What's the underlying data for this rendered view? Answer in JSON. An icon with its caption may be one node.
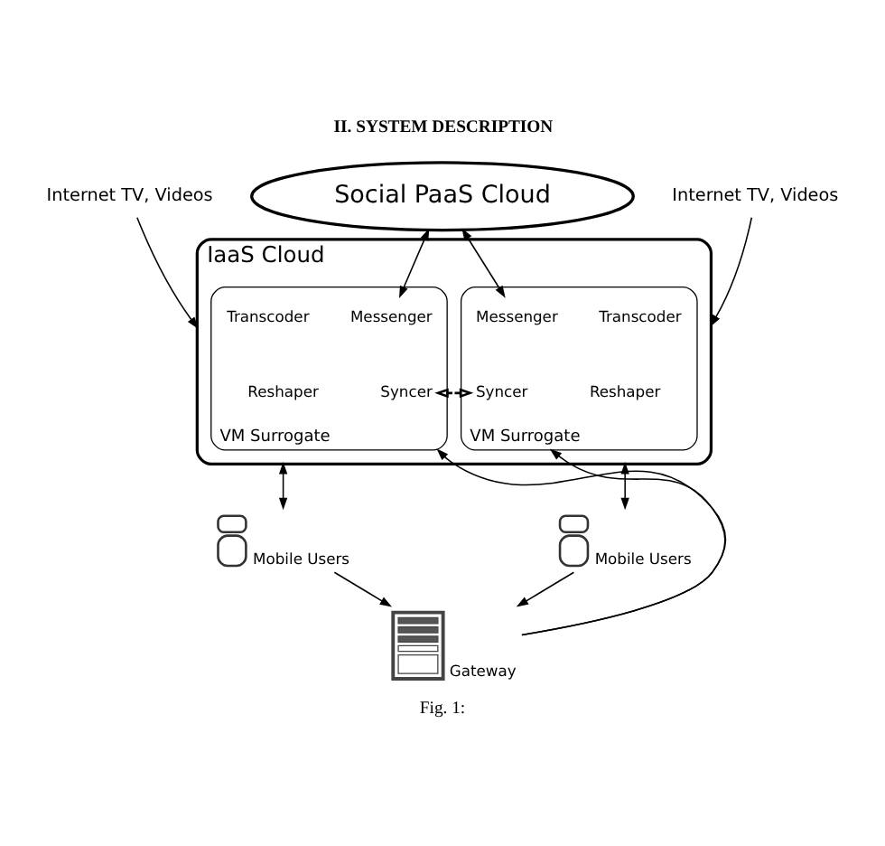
{
  "diagram": {
    "title": "II. SYSTEM DESCRIPTION",
    "caption": "Fig. 1:",
    "nodes": [
      {
        "text": [
          "Internet TV, Videos"
        ]
      },
      {
        "text": [
          "Social PaaS Cloud"
        ]
      },
      {
        "text": [
          "Internet TV, Videos"
        ]
      },
      {
        "text": [
          "IaaS Cloud"
        ]
      },
      {
        "text": [
          "VM Surrogate"
        ],
        "in": 3
      },
      {
        "text": [
          "Transcoder"
        ],
        "in": 4
      },
      {
        "text": [
          "Messenger"
        ],
        "in": 4
      },
      {
        "text": [
          "Reshaper"
        ],
        "in": 4
      },
      {
        "text": [
          "Syncer"
        ],
        "in": 4
      },
      {
        "text": [
          "VM Surrogate"
        ],
        "in": 3
      },
      {
        "text": [
          "Messenger"
        ],
        "in": 9
      },
      {
        "text": [
          "Transcoder"
        ],
        "in": 9
      },
      {
        "text": [
          "Syncer"
        ],
        "in": 9
      },
      {
        "text": [
          "Reshaper"
        ],
        "in": 9
      },
      {
        "text": [],
        "shape": "person",
        "beside": [
          "Mobile Users"
        ]
      },
      {
        "text": [],
        "shape": "picture",
        "beside": [
          "Gateway"
        ]
      },
      {
        "text": [],
        "shape": "person",
        "beside": [
          "Mobile Users"
        ]
      }
    ],
    "edges": [
      {
        "from": 0,
        "to": 3,
        "arrow": "to"
      },
      {
        "from": 1,
        "to": 6,
        "arrow": "both"
      },
      {
        "from": 1,
        "to": 10,
        "arrow": "both"
      },
      {
        "from": 2,
        "to": 3,
        "arrow": "to"
      },
      {
        "from": 8,
        "to": 12,
        "arrow": "both",
        "style": "dashed"
      },
      {
        "from": 3,
        "to": 14,
        "arrow": "both"
      },
      {
        "from": 14,
        "to": 15,
        "arrow": "to"
      },
      {
        "from": 15,
        "to": 4,
        "arrow": "to"
      },
      {
        "from": 16,
        "to": 15,
        "arrow": "to"
      },
      {
        "from": 15,
        "to": 9,
        "arrow": "to"
      },
      {
        "from": 3,
        "to": 16,
        "arrow": "both"
      }
    ]
  }
}
